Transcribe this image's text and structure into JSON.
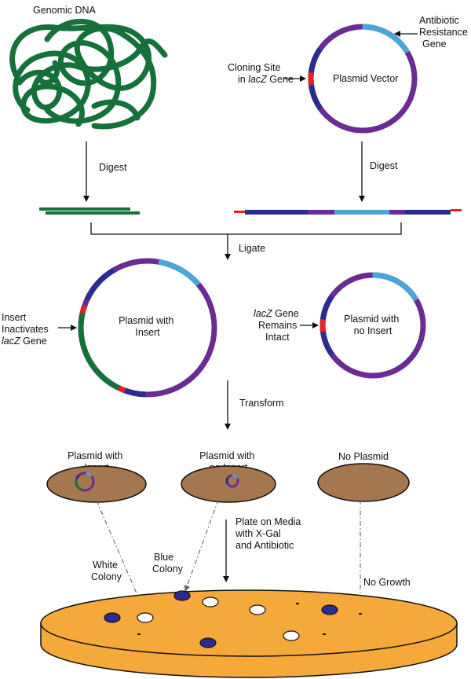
{
  "labels": {
    "genomic_dna": "Genomic DNA",
    "antibiotic_resistance_gene": [
      "Antibiotic",
      "Resistance",
      "Gene"
    ],
    "cloning_site": {
      "line1": "Cloning Site",
      "line2_prefix": "in ",
      "line2_italic": "lacZ",
      "line2_suffix": " Gene"
    },
    "plasmid_vector": "Plasmid Vector",
    "digest_left": "Digest",
    "digest_right": "Digest",
    "ligate": "Ligate",
    "insert_inactivates": {
      "line1": "Insert",
      "line2": "Inactivates",
      "line3_italic": "lacZ",
      "line3_suffix": " Gene"
    },
    "plasmid_with_insert": [
      "Plasmid with",
      "Insert"
    ],
    "lacz_remains": {
      "line1_italic": "lacZ",
      "line1_suffix": " Gene",
      "line2": "Remains",
      "line3": "Intact"
    },
    "plasmid_no_insert": [
      "Plasmid with",
      "no Insert"
    ],
    "transform": "Transform",
    "cell_insert": [
      "Plasmid with",
      "Insert"
    ],
    "cell_no_insert": [
      "Plasmid with",
      "no Insert"
    ],
    "cell_no_plasmid": "No Plasmid",
    "plate_on_media": [
      "Plate on Media",
      "with X-Gal",
      "and Antibiotic"
    ],
    "white_colony": [
      "White",
      "Colony"
    ],
    "blue_colony": [
      "Blue",
      "Colony"
    ],
    "no_growth": "No Growth"
  },
  "colors": {
    "genomic_dna": "#15703a",
    "lacz": "#2b2c92",
    "plasmid_backbone": "#6a2b94",
    "antibiotic_gene": "#4aa6d8",
    "cloning_site": "#e42324",
    "cell": "#a5774f",
    "plate": "#f6a93b",
    "blue_colony": "#2b2c92",
    "white_colony": "#ffffff"
  }
}
